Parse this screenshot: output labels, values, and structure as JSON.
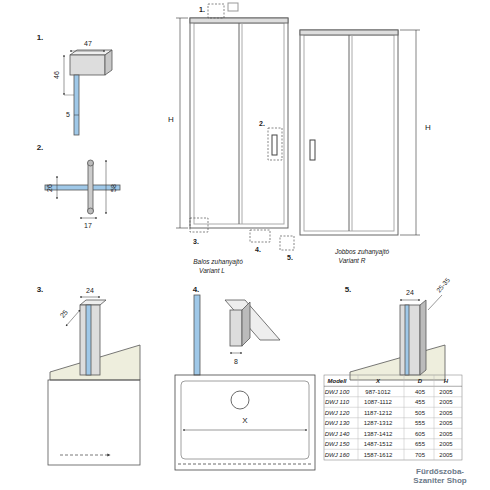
{
  "diagram": {
    "labels": [
      "1.",
      "H",
      "H",
      "2.",
      "3.",
      "4.",
      "5.",
      "Balos zuhanyajtó",
      "Variant L",
      "Jobbos zuhanyajtó",
      "Variant R",
      "1.",
      "47",
      "46",
      "5",
      "2.",
      "26",
      "17",
      "58",
      "3.",
      "25",
      "24",
      "4.",
      "8",
      "5.",
      "24",
      "25-35",
      "X",
      "Modell",
      "X",
      "D",
      "H",
      "DWJ 100",
      "987-1012",
      "405",
      "2005",
      "DWJ 110",
      "1087-1112",
      "455",
      "2005",
      "DWJ 120",
      "1187-1212",
      "505",
      "2005",
      "DWJ 130",
      "1287-1312",
      "555",
      "2005",
      "DWJ 140",
      "1387-1412",
      "605",
      "2005",
      "DWJ 150",
      "1487-1512",
      "655",
      "2005",
      "DWJ 160",
      "1587-1612",
      "705",
      "2005",
      "Fürdőszoba- Szaniter Shop"
    ]
  }
}
